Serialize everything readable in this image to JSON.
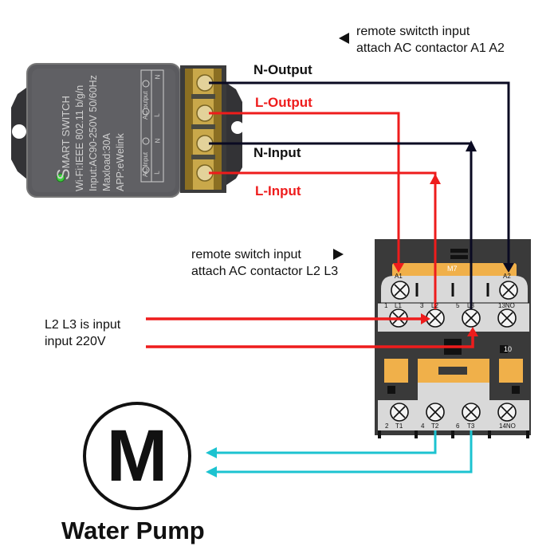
{
  "diagram": {
    "title": "Smart switch to AC contactor water pump wiring",
    "colors": {
      "live": "#ee1c1c",
      "neutral": "#0a0a22",
      "motor": "#1cc3d0",
      "contactor_accent": "#f0b04a",
      "contactor_body": "#d9d9d9",
      "contactor_dark": "#3a3a3a",
      "switch_body": "#5a5a5e",
      "led": "#3dcc3d"
    },
    "smart_switch": {
      "brand_initial": "S",
      "brand_rest": "MART SWITCH",
      "specs": [
        "Wi-Fi:IEEE 802.11 b/g/n",
        "Input:AC90-250V 50/60Hz",
        "Maxload:30A",
        "APP:eWelink"
      ],
      "terminal_groups": [
        {
          "label": "AC output",
          "pins": [
            "L",
            "N"
          ]
        },
        {
          "label": "AC Input",
          "pins": [
            "L",
            "N"
          ]
        }
      ]
    },
    "wire_labels": {
      "n_output": "N-Output",
      "l_output": "L-Output",
      "n_input": "N-Input",
      "l_input": "L-Input"
    },
    "notes": {
      "top_right_line1": "remote switcth input",
      "top_right_line2": "attach AC contactor A1 A2",
      "mid_line1": "remote switch input",
      "mid_line2": "attach AC contactor L2 L3",
      "left_line1": "L2 L3 is input",
      "left_line2": "input 220V"
    },
    "contactor": {
      "model": "M7",
      "coil_terminals": [
        "A1",
        "A2"
      ],
      "top_numbers": [
        "1",
        "3",
        "5"
      ],
      "top_terminals": [
        "L1",
        "L2",
        "L3",
        "13NO"
      ],
      "aux_number": "10",
      "bottom_numbers": [
        "2",
        "4",
        "6"
      ],
      "bottom_terminals": [
        "T1",
        "T2",
        "T3",
        "14NO"
      ]
    },
    "motor": {
      "symbol": "M",
      "label": "Water Pump"
    }
  }
}
